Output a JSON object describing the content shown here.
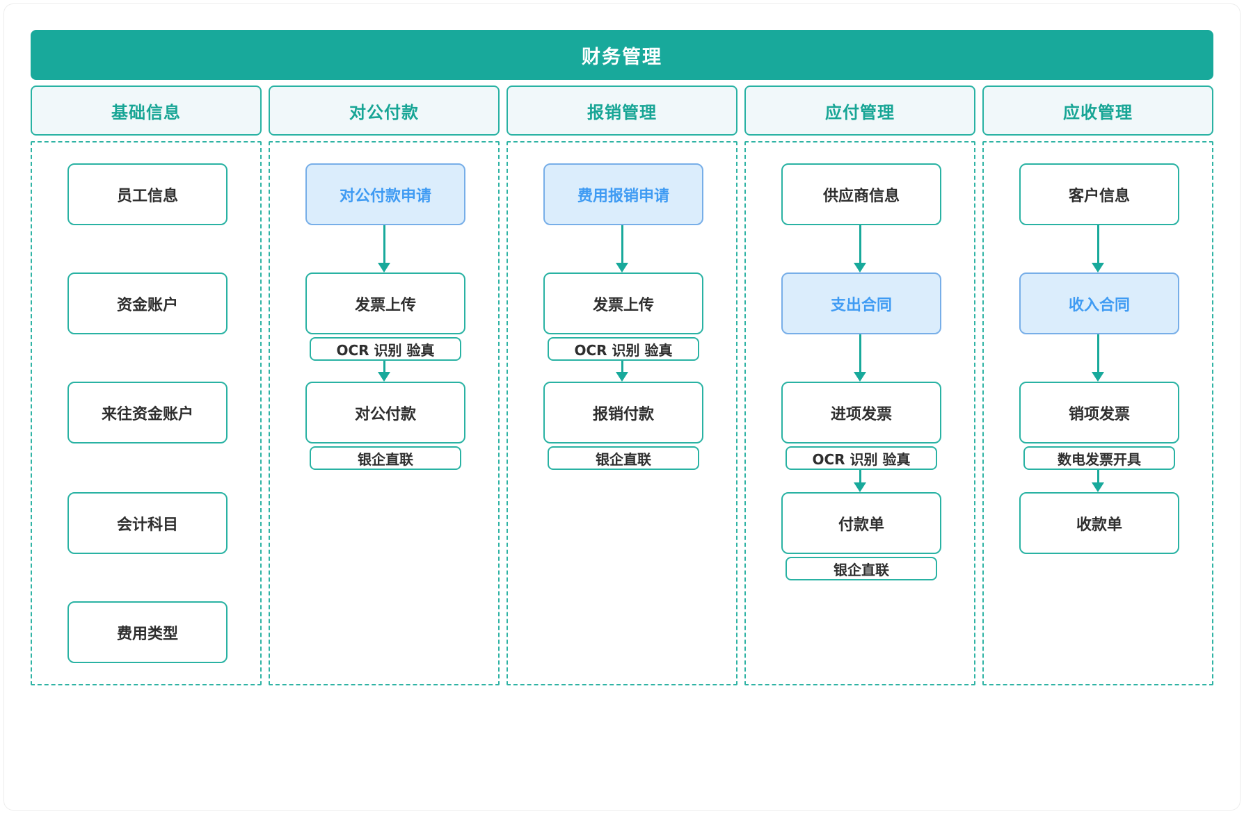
{
  "title": "财务管理",
  "colors": {
    "teal_fill": "#18A99B",
    "teal_border": "#29B2A3",
    "header_bg": "#F1F8FA",
    "header_text": "#17A595",
    "blue_bg": "#DBEDFC",
    "blue_border": "#77AEE8",
    "blue_text": "#3F9BF3",
    "node_text": "#2e2e2e"
  },
  "columns": [
    {
      "header": "基础信息",
      "nodes": [
        {
          "label": "员工信息"
        },
        {
          "label": "资金账户"
        },
        {
          "label": "来往资金账户"
        },
        {
          "label": "会计科目"
        },
        {
          "label": "费用类型"
        }
      ]
    },
    {
      "header": "对公付款",
      "nodes": [
        {
          "label": "对公付款申请",
          "highlight": "blue"
        },
        {
          "label": "发票上传",
          "sub": "OCR 识别 验真"
        },
        {
          "label": "对公付款",
          "sub": "银企直联"
        }
      ]
    },
    {
      "header": "报销管理",
      "nodes": [
        {
          "label": "费用报销申请",
          "highlight": "blue"
        },
        {
          "label": "发票上传",
          "sub": "OCR 识别 验真"
        },
        {
          "label": "报销付款",
          "sub": "银企直联"
        }
      ]
    },
    {
      "header": "应付管理",
      "nodes": [
        {
          "label": "供应商信息"
        },
        {
          "label": "支出合同",
          "highlight": "blue"
        },
        {
          "label": "进项发票",
          "sub": "OCR 识别 验真"
        },
        {
          "label": "付款单",
          "sub": "银企直联"
        }
      ]
    },
    {
      "header": "应收管理",
      "nodes": [
        {
          "label": "客户信息"
        },
        {
          "label": "收入合同",
          "highlight": "blue"
        },
        {
          "label": "销项发票",
          "sub": "数电发票开具"
        },
        {
          "label": "收款单"
        }
      ]
    }
  ]
}
